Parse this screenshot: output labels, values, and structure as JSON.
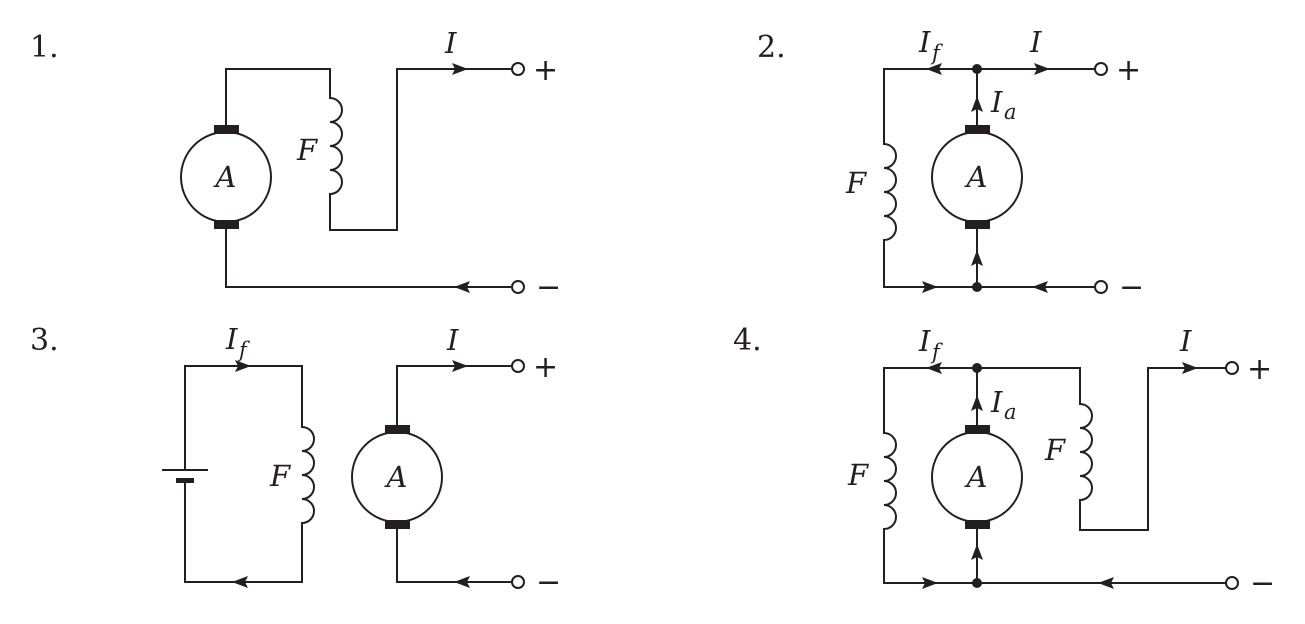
{
  "colors": {
    "ink": "#231f20",
    "background": "#ffffff"
  },
  "diagrams": [
    {
      "number": "1.",
      "armature_label": "A",
      "field_label": "F",
      "current_label": "I",
      "plus": "+",
      "minus": "−"
    },
    {
      "number": "2.",
      "armature_label": "A",
      "field_label": "F",
      "field_current_main": "I",
      "field_current_sub": "f",
      "current_label": "I",
      "armature_current_main": "I",
      "armature_current_sub": "a",
      "plus": "+",
      "minus": "−"
    },
    {
      "number": "3.",
      "armature_label": "A",
      "field_label": "F",
      "field_current_main": "I",
      "field_current_sub": "f",
      "current_label": "I",
      "plus": "+",
      "minus": "−"
    },
    {
      "number": "4.",
      "armature_label": "A",
      "shunt_field_label": "F",
      "series_field_label": "F",
      "field_current_main": "I",
      "field_current_sub": "f",
      "armature_current_main": "I",
      "armature_current_sub": "a",
      "current_label": "I",
      "plus": "+",
      "minus": "−"
    }
  ]
}
